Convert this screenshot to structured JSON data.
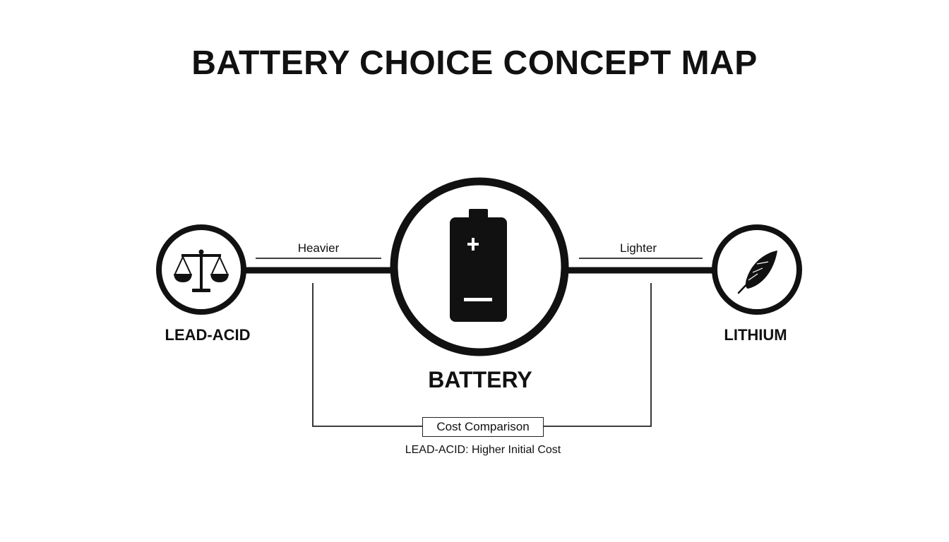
{
  "title": "BATTERY CHOICE CONCEPT MAP",
  "center_node": {
    "label": "BATTERY",
    "icon": "battery-icon"
  },
  "left_node": {
    "label": "LEAD-ACID",
    "icon": "balance-scale-icon"
  },
  "right_node": {
    "label": "LITHIUM",
    "icon": "feather-icon"
  },
  "edges": {
    "left_label": "Heavier",
    "right_label": "Lighter"
  },
  "cost": {
    "box_label": "Cost Comparison",
    "note": "LEAD-ACID: Higher Initial Cost"
  },
  "colors": {
    "ink": "#111111",
    "background": "#ffffff"
  }
}
